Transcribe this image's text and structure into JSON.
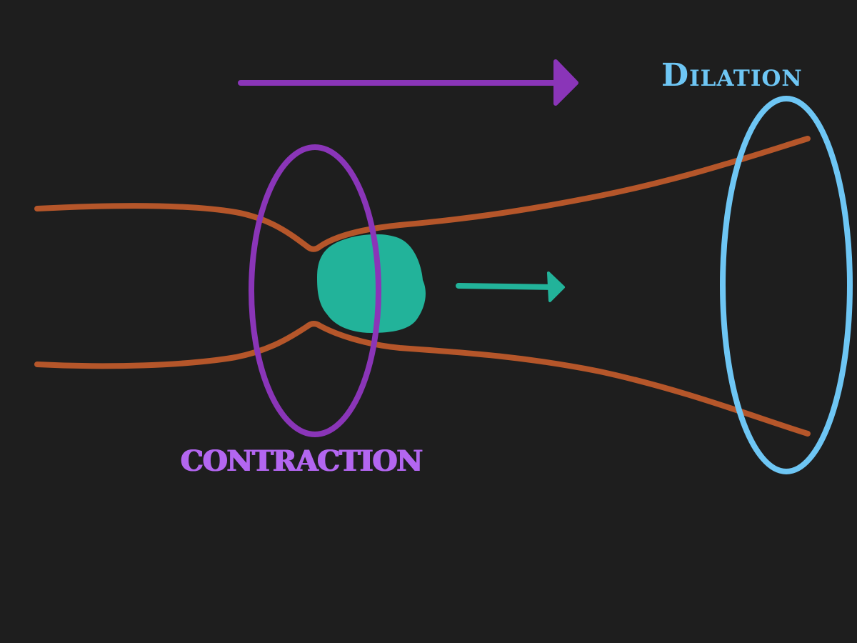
{
  "labels": {
    "dilation": "Dilation",
    "contraction": "CONTRACTION"
  },
  "colors": {
    "background": "#1e1e1e",
    "vessel_wall": "#b5562a",
    "contraction": "#8a35b8",
    "contraction_text": "#b366f0",
    "dilation": "#6ec6f4",
    "bolus": "#22b39a"
  },
  "elements": {
    "vessel": "tube-walls",
    "bolus": "food-bolus",
    "arrows": [
      "peristalsis-direction-arrow",
      "bolus-movement-arrow"
    ]
  }
}
